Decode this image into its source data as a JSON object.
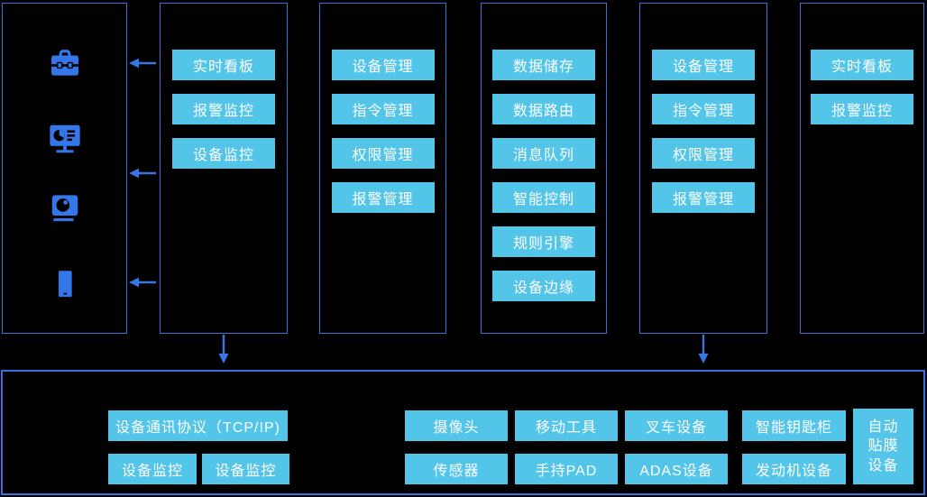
{
  "colors": {
    "background": "#000000",
    "panel_border": "#3a70d8",
    "bottom_panel_border": "#3b6fe0",
    "node_fill": "#52c5e9",
    "node_text": "#ffffff",
    "icon_and_arrow_accent": "#3576e8"
  },
  "client_panel": {
    "icons": [
      "toolbox",
      "dashboard-monitor",
      "camera",
      "smartphone"
    ]
  },
  "columns": [
    {
      "name": "monitoring-apps",
      "items": [
        "实时看板",
        "报警监控",
        "设备监控"
      ]
    },
    {
      "name": "management-left",
      "items": [
        "设备管理",
        "指令管理",
        "权限管理",
        "报警管理"
      ]
    },
    {
      "name": "platform-core",
      "items": [
        "数据储存",
        "数据路由",
        "消息队列",
        "智能控制",
        "规则引擎",
        "设备边缘"
      ]
    },
    {
      "name": "management-right",
      "items": [
        "设备管理",
        "指令管理",
        "权限管理",
        "报警管理"
      ]
    },
    {
      "name": "dashboard-right",
      "items": [
        "实时看板",
        "报警监控"
      ]
    }
  ],
  "connections": {
    "left_arrows": 3,
    "down_arrows": 2
  },
  "bottom_panel": {
    "protocol_label": "设备通讯协议（TCP/IP)",
    "monitor_labels": [
      "设备监控",
      "设备监控"
    ],
    "devices_row1": [
      "摄像头",
      "移动工具",
      "叉车设备",
      "智能钥匙柜"
    ],
    "devices_row2": [
      "传感器",
      "手持PAD",
      "ADAS设备",
      "发动机设备"
    ],
    "side_device": "自动\n贴膜\n设备"
  }
}
